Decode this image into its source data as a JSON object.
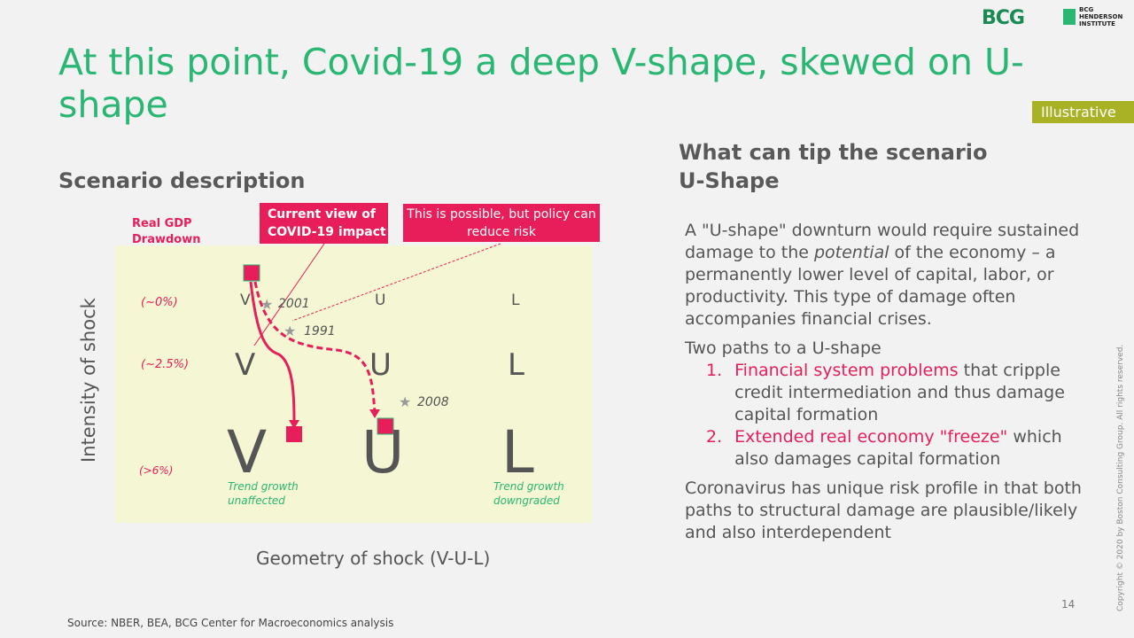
{
  "header": {
    "title": "At this point, Covid-19 a deep V-shape, skewed on U-shape",
    "logo": "BCG",
    "institute": "BCG HENDERSON INSTITUTE",
    "badge": "Illustrative"
  },
  "left": {
    "heading": "Scenario description",
    "chart": {
      "y_label_title": "Real GDP Drawdown",
      "y_axis": "Intensity of shock",
      "x_axis": "Geometry of shock (V-U-L)",
      "rows": [
        "(~0%)",
        "(~2.5%)",
        "(>6%)"
      ],
      "shapes": [
        "V",
        "U",
        "L"
      ],
      "callout1": "Current view of COVID-19 impact",
      "callout2": "This is possible, but policy can reduce risk",
      "years": [
        "2001",
        "1991",
        "2008"
      ],
      "trend_left": "Trend growth unaffected",
      "trend_right": "Trend growth downgraded"
    }
  },
  "right": {
    "heading": "What can tip the scenario U-Shape",
    "p1_a": "A \"U-shape\" downturn would require sustained damage to the ",
    "p1_em": "potential",
    "p1_b": " of the economy – a permanently lower level of capital, labor, or productivity. This type of damage often accompanies financial crises.",
    "p2": "Two paths to a U-shape",
    "items": [
      {
        "num": "1.",
        "hl": "Financial system problems",
        "rest": " that cripple credit intermediation and thus damage capital formation"
      },
      {
        "num": "2.",
        "hl": "Extended real economy \"freeze\"",
        "rest": " which also damages capital formation"
      }
    ],
    "p3": "Coronavirus has unique risk profile in that both paths to structural damage are plausible/likely and also interdependent"
  },
  "footer": {
    "source": "Source: NBER, BEA, BCG Center for Macroeconomics analysis",
    "page": "14",
    "copyright": "Copyright © 2020 by Boston Consulting Group. All rights reserved."
  }
}
